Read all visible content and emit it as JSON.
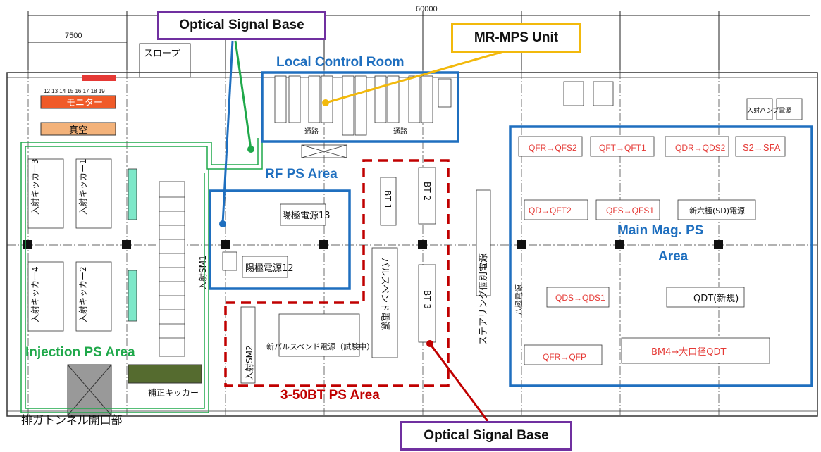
{
  "dimensions": {
    "total": "60000",
    "bay": "7500"
  },
  "callouts": {
    "optical_top": "Optical Signal Base",
    "mrmps": "MR-MPS Unit",
    "optical_bottom": "Optical Signal Base"
  },
  "areas": {
    "local_control": "Local Control Room",
    "rf_ps": "RF PS Area",
    "main_mag_line1": "Main Mag. PS",
    "main_mag_line2": "Area",
    "injection": "Injection PS Area",
    "bt_3_50": "3-50BT PS Area"
  },
  "colors": {
    "blue": "#1f6fbf",
    "purple": "#7030a0",
    "gold": "#f2b90c",
    "green": "#1fa84a",
    "red": "#c00000"
  },
  "plan_text": {
    "slope": "スロープ",
    "monitor": "モニター",
    "vacuum": "真空",
    "rack_numbers": "12 13 14 15 16 17 18 19",
    "passage": "通路",
    "anode13": "陽極電源13",
    "anode12": "陽極電源12",
    "inj_kicker3": "入射キッカー3",
    "inj_kicker1": "入射キッカー1",
    "inj_kicker4": "入射キッカー4",
    "inj_kicker2": "入射キッカー2",
    "sm1": "入射SM1",
    "sm2": "入射SM2",
    "correction_kicker": "補正キッカー",
    "new_pulse_bend": "新パルスベンド電源（試験中）",
    "pulse_bend": "パルスベンド電源",
    "steering": "ステアリング個別電源",
    "bt1": "BT 1",
    "bt2": "BT 2",
    "bt3": "BT 3",
    "hachi": "八極電源",
    "qfr_qfs2": "QFR→QFS2",
    "qft_qft1": "QFT→QFT1",
    "qdr_qds2": "QDR→QDS2",
    "s2_sfa": "S2→SFA",
    "qd_qft2": "QD→QFT2",
    "qfs_qfs1": "QFS→QFS1",
    "new_hexa": "新六極(SD)電源",
    "qds_qds1": "QDS→QDS1",
    "qdt_new": "QDT(新規)",
    "qfr_qfp": "QFR→QFP",
    "bm4": "BM4→大口径QDT",
    "injection_bump": "入射バンプ電源",
    "tunnel": "排ガトンネル開口部"
  }
}
